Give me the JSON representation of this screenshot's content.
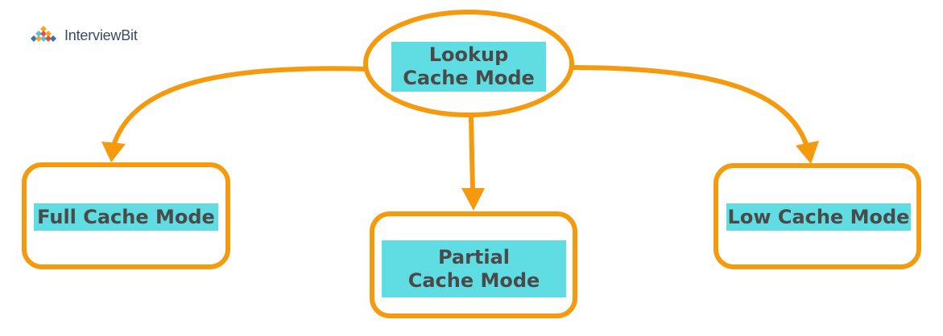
{
  "brand": {
    "name_part1": "Interview",
    "name_part2": "Bit",
    "logo_icon": "pyramid-logo-icon"
  },
  "diagram": {
    "root": {
      "label_line1": "Lookup",
      "label_line2": "Cache Mode"
    },
    "children": [
      {
        "id": "full",
        "label": "Full Cache Mode"
      },
      {
        "id": "partial",
        "label_line1": "Partial",
        "label_line2": "Cache Mode"
      },
      {
        "id": "low",
        "label": "Low Cache Mode"
      }
    ]
  },
  "colors": {
    "stroke": "#f59a0c",
    "label_bg": "#5fdde3",
    "text": "#4a4a4a"
  }
}
